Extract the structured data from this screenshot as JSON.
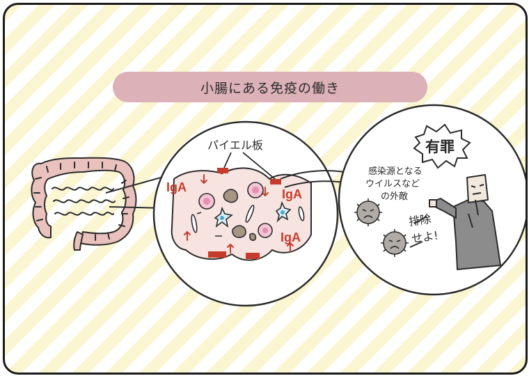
{
  "title": "小腸にある免疫の働き",
  "labels": {
    "peyers_patch": "パイエル板",
    "iga": [
      "IgA",
      "IgA",
      "IgA"
    ],
    "verdict": "有罪",
    "enemy_line1": "感染源となる",
    "enemy_line2": "ウイルスなど",
    "enemy_line3": "の外敵",
    "exclude_line1": "排除",
    "exclude_line2": "せよ!"
  },
  "colors": {
    "background_stripe": "#fbf6d2",
    "title_pill": "#dcb1b8",
    "intestine": "#e9c1bd",
    "tissue": "#f7e4e1",
    "accent_red": "#c63c2c",
    "judge_robe": "#8c8c8c"
  }
}
